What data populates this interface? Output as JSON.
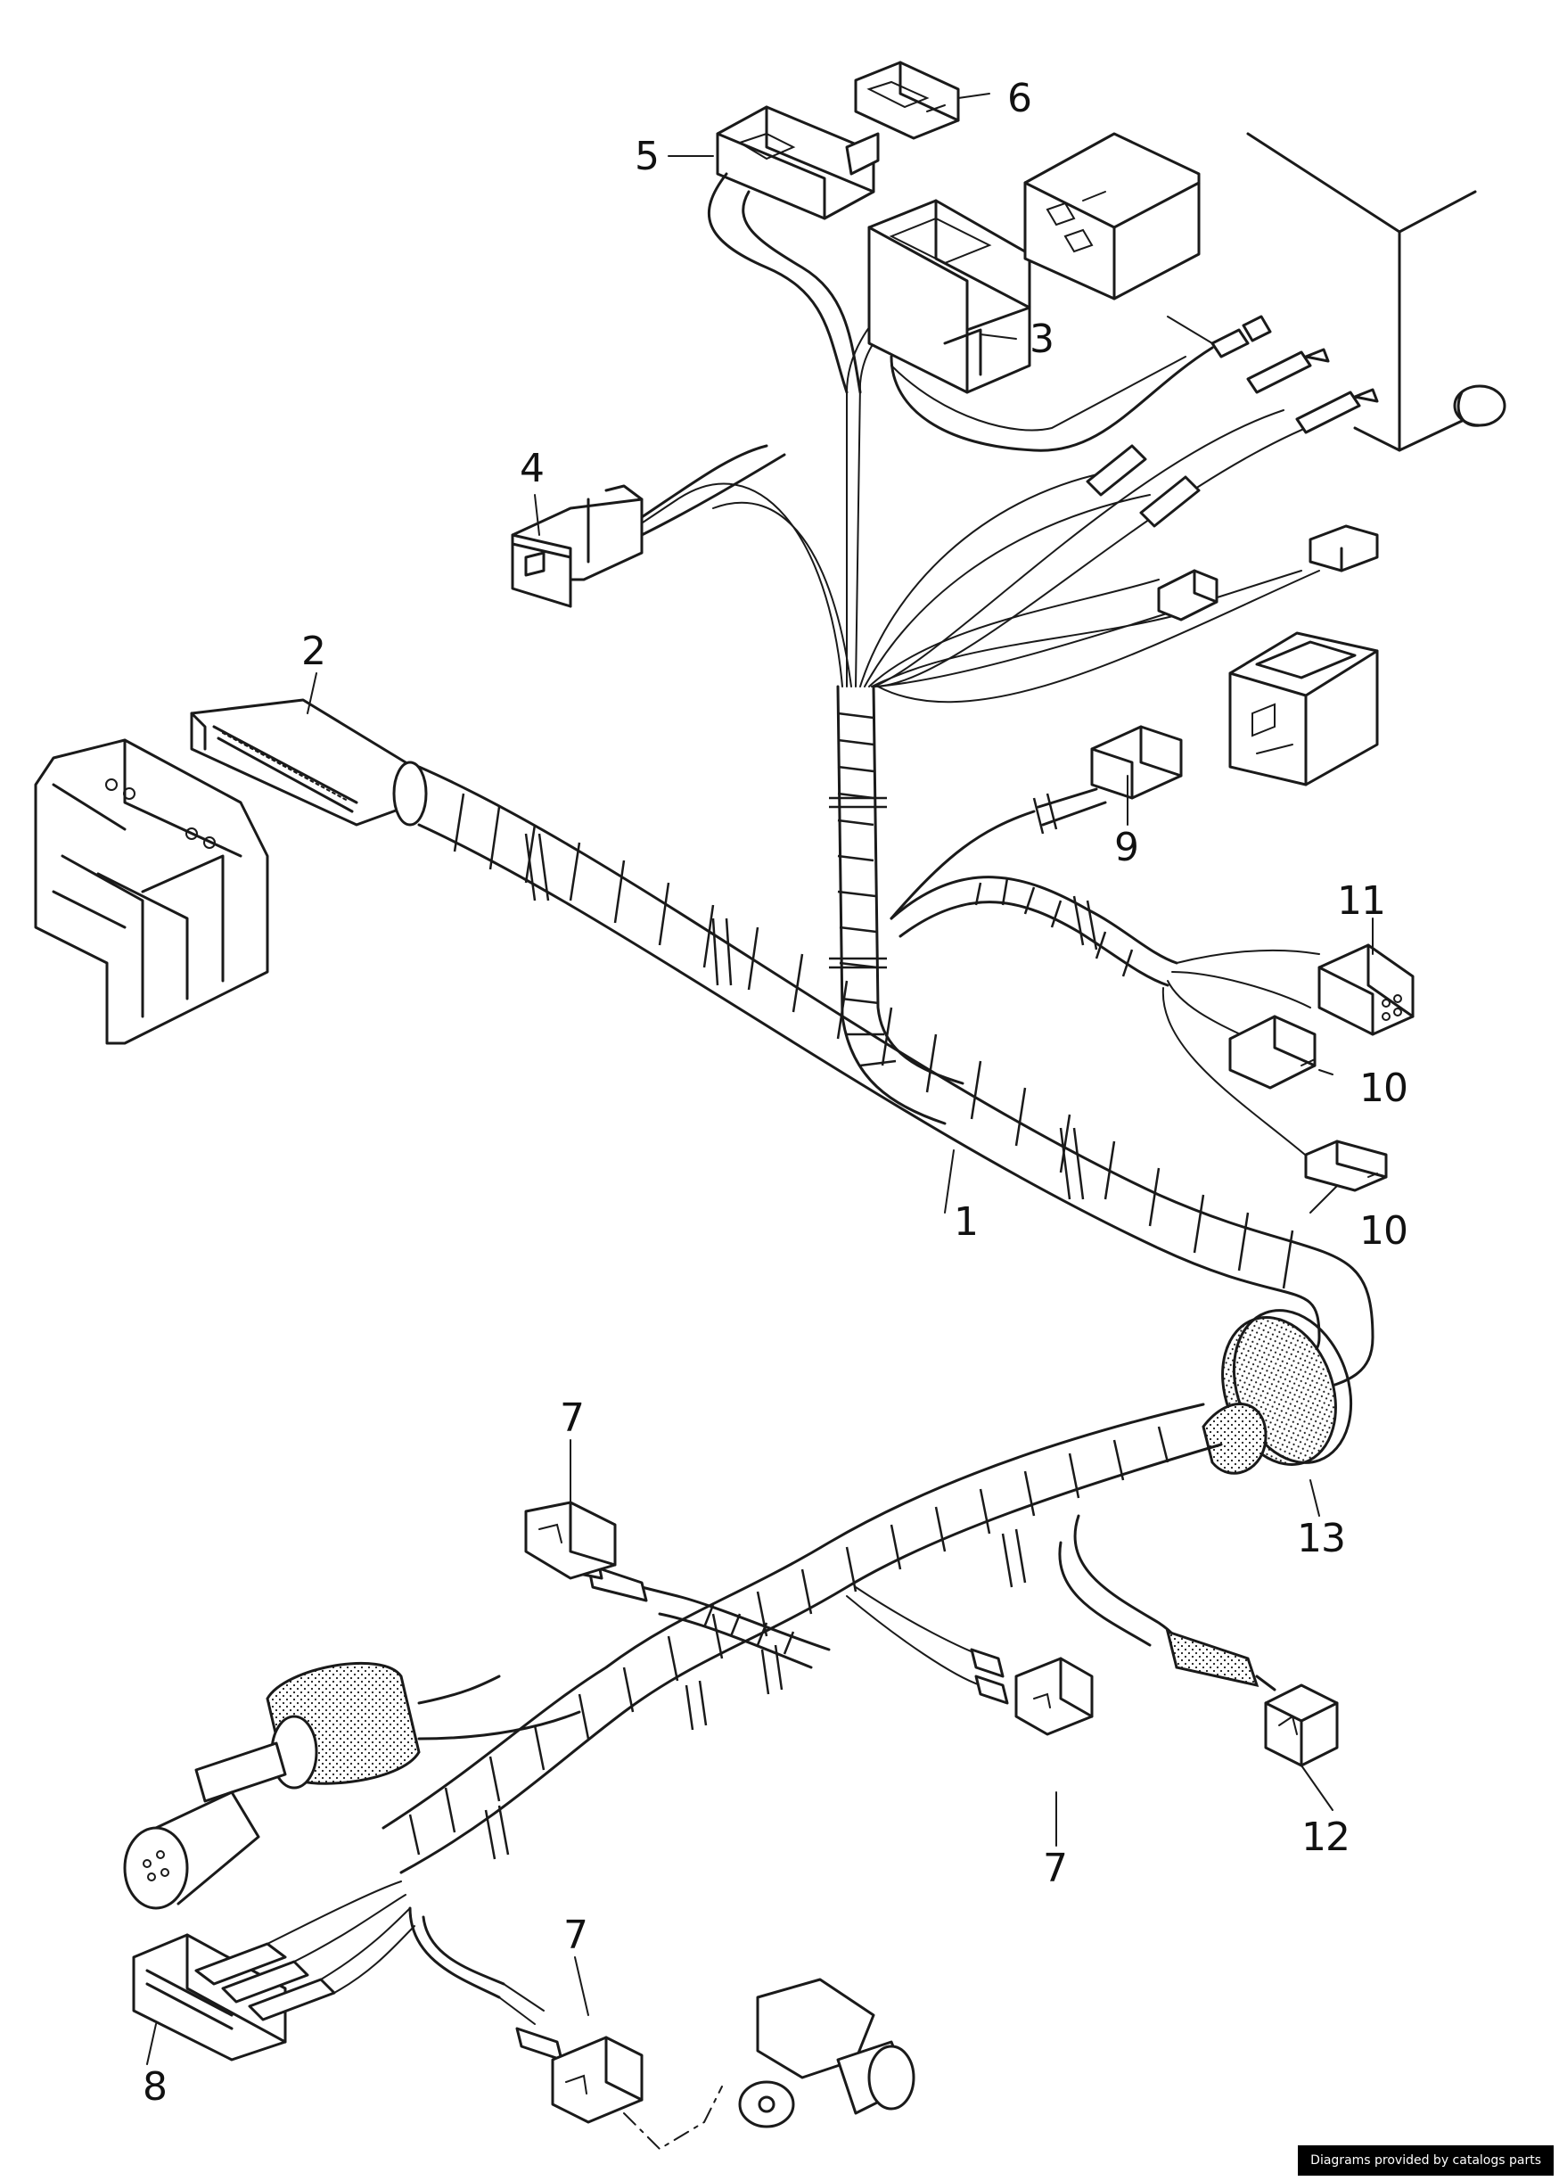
{
  "callouts": {
    "c1": "1",
    "c2": "2",
    "c3": "3",
    "c4": "4",
    "c5": "5",
    "c6": "6",
    "c7a": "7",
    "c7b": "7",
    "c7c": "7",
    "c8": "8",
    "c9": "9",
    "c10a": "10",
    "c10b": "10",
    "c11": "11",
    "c12": "12",
    "c13": "13"
  },
  "credit": "Diagrams provided by catalogs parts",
  "colors": {
    "ink": "#1a1a1a",
    "paper": "#ffffff",
    "badge": "#000000"
  }
}
